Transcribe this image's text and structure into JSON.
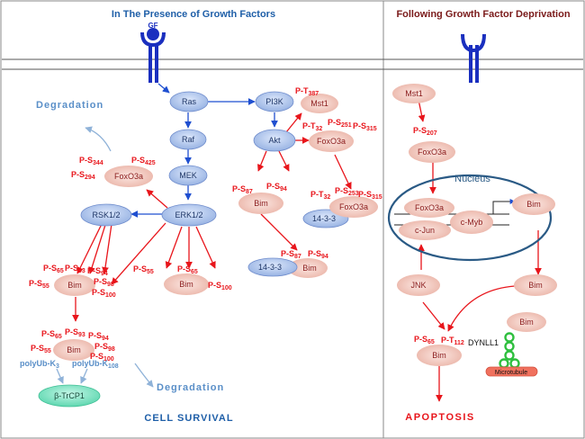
{
  "panels": {
    "left_title": "In The Presence of Growth Factors",
    "right_title": "Following Growth Factor Deprivation"
  },
  "receptor": {
    "ligand": "GF"
  },
  "nodes": {
    "ras": "Ras",
    "raf": "Raf",
    "mek": "MEK",
    "erk": "ERK1/2",
    "rsk": "RSK1/2",
    "pi3k": "PI3K",
    "akt": "Akt",
    "mst1_left": "Mst1",
    "foxo3a_akt": "FoxO3a",
    "bim_akt": "Bim",
    "foxo3a_1433": "FoxO3a",
    "p1433_a": "14-3-3",
    "p1433_b": "14-3-3",
    "bim_1433": "Bim",
    "foxo3a_rsk": "FoxO3a",
    "bim_rsk": "Bim",
    "bim_erk": "Bim",
    "bim_ub": "Bim",
    "btrcp1": "β-TrCP1",
    "mst1_right": "Mst1",
    "foxo3a_right": "FoxO3a",
    "nucleus": "Nucleus",
    "foxo3a_nuc": "FoxO3a",
    "cjun": "c-Jun",
    "cmyb": "c-Myb",
    "bim_gene": "Bim",
    "jnk": "JNK",
    "bim_cyto": "Bim",
    "bim_mt": "Bim",
    "bim_apop": "Bim",
    "dynll1": "DYNLL1",
    "microtubule": "Microtubule"
  },
  "labels": {
    "degradation_top": "Degradation",
    "degradation_bottom": "Degradation",
    "cell_survival": "CELL SURVIVAL",
    "apoptosis": "APOPTOSIS",
    "polyub_k3": "polyUb-K",
    "polyub_k3_sub": "3",
    "polyub_k108": "polyUb-K",
    "polyub_k108_sub": "108"
  },
  "phospho": {
    "mst1_t387": [
      "P-T",
      "387"
    ],
    "foxo_akt_t32": [
      "P-T",
      "32"
    ],
    "foxo_akt_s251": [
      "P-S",
      "251"
    ],
    "foxo_akt_s315": [
      "P-S",
      "315"
    ],
    "bim_akt_s87": [
      "P-S",
      "87"
    ],
    "bim_akt_s94": [
      "P-S",
      "94"
    ],
    "foxo_1433_t32": [
      "P-T",
      "32"
    ],
    "foxo_1433_s253": [
      "P-S",
      "253"
    ],
    "foxo_1433_s315": [
      "P-S",
      "315"
    ],
    "bim_1433_s87": [
      "P-S",
      "87"
    ],
    "bim_1433_s94": [
      "P-S",
      "94"
    ],
    "foxo_rsk_s344": [
      "P-S",
      "344"
    ],
    "foxo_rsk_s425": [
      "P-S",
      "425"
    ],
    "foxo_rsk_s294": [
      "P-S",
      "294"
    ],
    "bim_rsk_s65": [
      "P-S",
      "65"
    ],
    "bim_rsk_s93": [
      "P-S",
      "93"
    ],
    "bim_rsk_s94": [
      "P-S",
      "94"
    ],
    "bim_rsk_s98": [
      "P-S",
      "98"
    ],
    "bim_rsk_s55": [
      "P-S",
      "55"
    ],
    "bim_rsk_s100": [
      "P-S",
      "100"
    ],
    "bim_erk_s55": [
      "P-S",
      "55"
    ],
    "bim_erk_s65": [
      "P-S",
      "65"
    ],
    "bim_erk_s100": [
      "P-S",
      "100"
    ],
    "bim_ub_s65": [
      "P-S",
      "65"
    ],
    "bim_ub_s93": [
      "P-S",
      "93"
    ],
    "bim_ub_s94": [
      "P-S",
      "94"
    ],
    "bim_ub_s98": [
      "P-S",
      "98"
    ],
    "bim_ub_s55": [
      "P-S",
      "55"
    ],
    "bim_ub_s100": [
      "P-S",
      "100"
    ],
    "foxo_right_s207": [
      "P-S",
      "207"
    ],
    "bim_apop_s65": [
      "P-S",
      "65"
    ],
    "bim_apop_t112": [
      "P-T",
      "112"
    ]
  },
  "colors": {
    "blue_node": "#b9cdef",
    "red_node": "#f2c9bf",
    "arrow_blue": "#1f4fd0",
    "arrow_red": "#e8151b",
    "title_blue": "#1f5fa8",
    "title_dark": "#7a1a1a"
  }
}
